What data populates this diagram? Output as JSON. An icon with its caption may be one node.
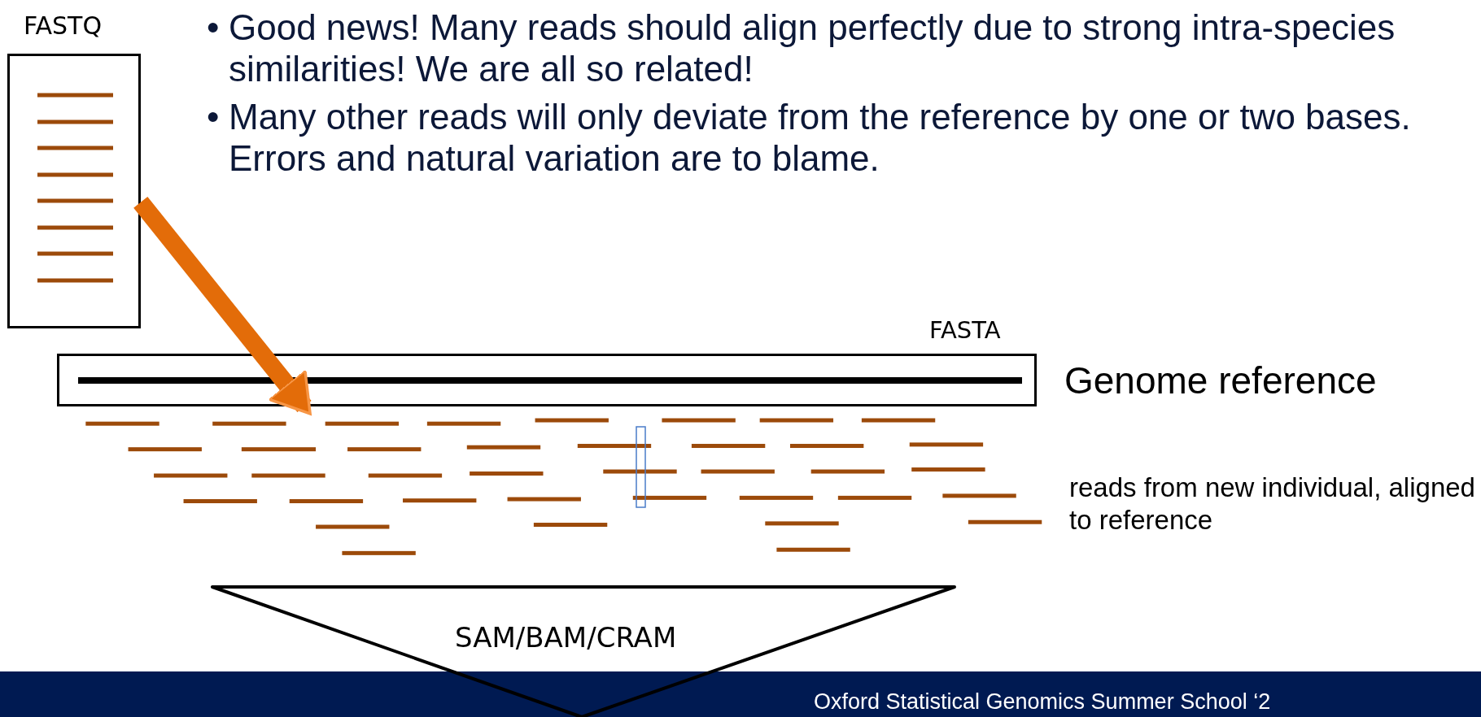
{
  "diagram": {
    "nodes": [
      {
        "text": [
          "FASTQ"
        ]
      },
      {
        "text": [
          "FASTA"
        ],
        "beside": [
          "Genome reference"
        ]
      },
      {
        "text": [
          "SAM/BAM/CRAM"
        ]
      }
    ],
    "edges": [
      {
        "from": 0,
        "to": 1,
        "arrow": "to"
      }
    ],
    "labels": [
      "•",
      "Good news! Many reads should align perfectly due to strong intra-species similarities! We are all so related!",
      "•",
      "Many other reads will only deviate from the reference by one or two bases. Errors and natural variation are to blame.",
      "reads from new individual, aligned to reference",
      "Oxford Statistical Genomics Summer School ‘2"
    ]
  }
}
